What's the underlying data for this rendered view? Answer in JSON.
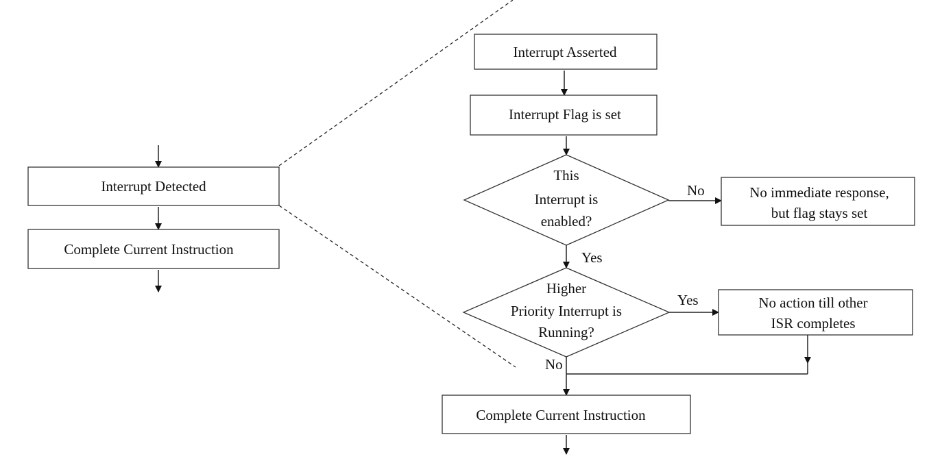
{
  "left": {
    "detected": "Interrupt Detected",
    "complete": "Complete Current Instruction"
  },
  "right": {
    "asserted": "Interrupt Asserted",
    "flag_set": "Interrupt Flag is set",
    "enabled_q": [
      "This",
      "Interrupt is",
      "enabled?"
    ],
    "no_response": [
      "No immediate response,",
      "but flag stays set"
    ],
    "priority_q": [
      "Higher",
      "Priority Interrupt is",
      "Running?"
    ],
    "wait": [
      "No action till other",
      "ISR completes"
    ],
    "complete": "Complete Current Instruction"
  },
  "edges": {
    "no1": "No",
    "yes1": "Yes",
    "yes2": "Yes",
    "no2": "No"
  }
}
